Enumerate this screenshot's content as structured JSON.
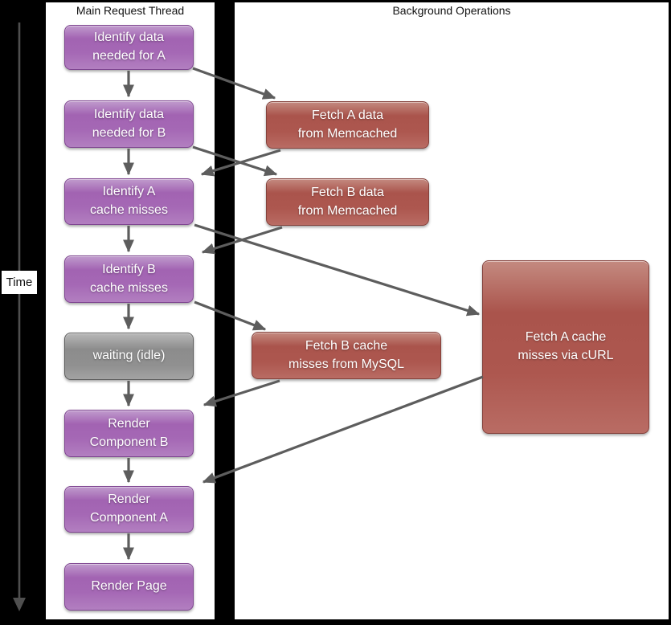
{
  "columns": {
    "left": {
      "title": "Main Request Thread"
    },
    "right": {
      "title": "Background Operations"
    }
  },
  "time_axis": {
    "label": "Time"
  },
  "palette": {
    "page_bg": "#000000",
    "column_bg": "#ffffff",
    "main_thread_box": "#a568b5",
    "background_box": "#ad574f",
    "idle_box": "#909090",
    "box_text": "#ffffff",
    "arrow": "#5d5d5d"
  },
  "nodes": {
    "identify_data_a": {
      "label": "Identify data\nneeded for A"
    },
    "identify_data_b": {
      "label": "Identify data\nneeded for B"
    },
    "identify_a_misses": {
      "label": "Identify A\ncache misses"
    },
    "identify_b_misses": {
      "label": "Identify B\ncache misses"
    },
    "waiting": {
      "label": "waiting (idle)"
    },
    "render_b": {
      "label": "Render\nComponent B"
    },
    "render_a": {
      "label": "Render\nComponent A"
    },
    "render_page": {
      "label": "Render Page"
    },
    "fetch_a_data": {
      "label": "Fetch A data\nfrom Memcached"
    },
    "fetch_b_data": {
      "label": "Fetch B data\nfrom Memcached"
    },
    "fetch_b_mysql": {
      "label": "Fetch B cache\nmisses from MySQL"
    },
    "fetch_a_curl": {
      "label": "Fetch A cache\nmisses via cURL"
    }
  }
}
